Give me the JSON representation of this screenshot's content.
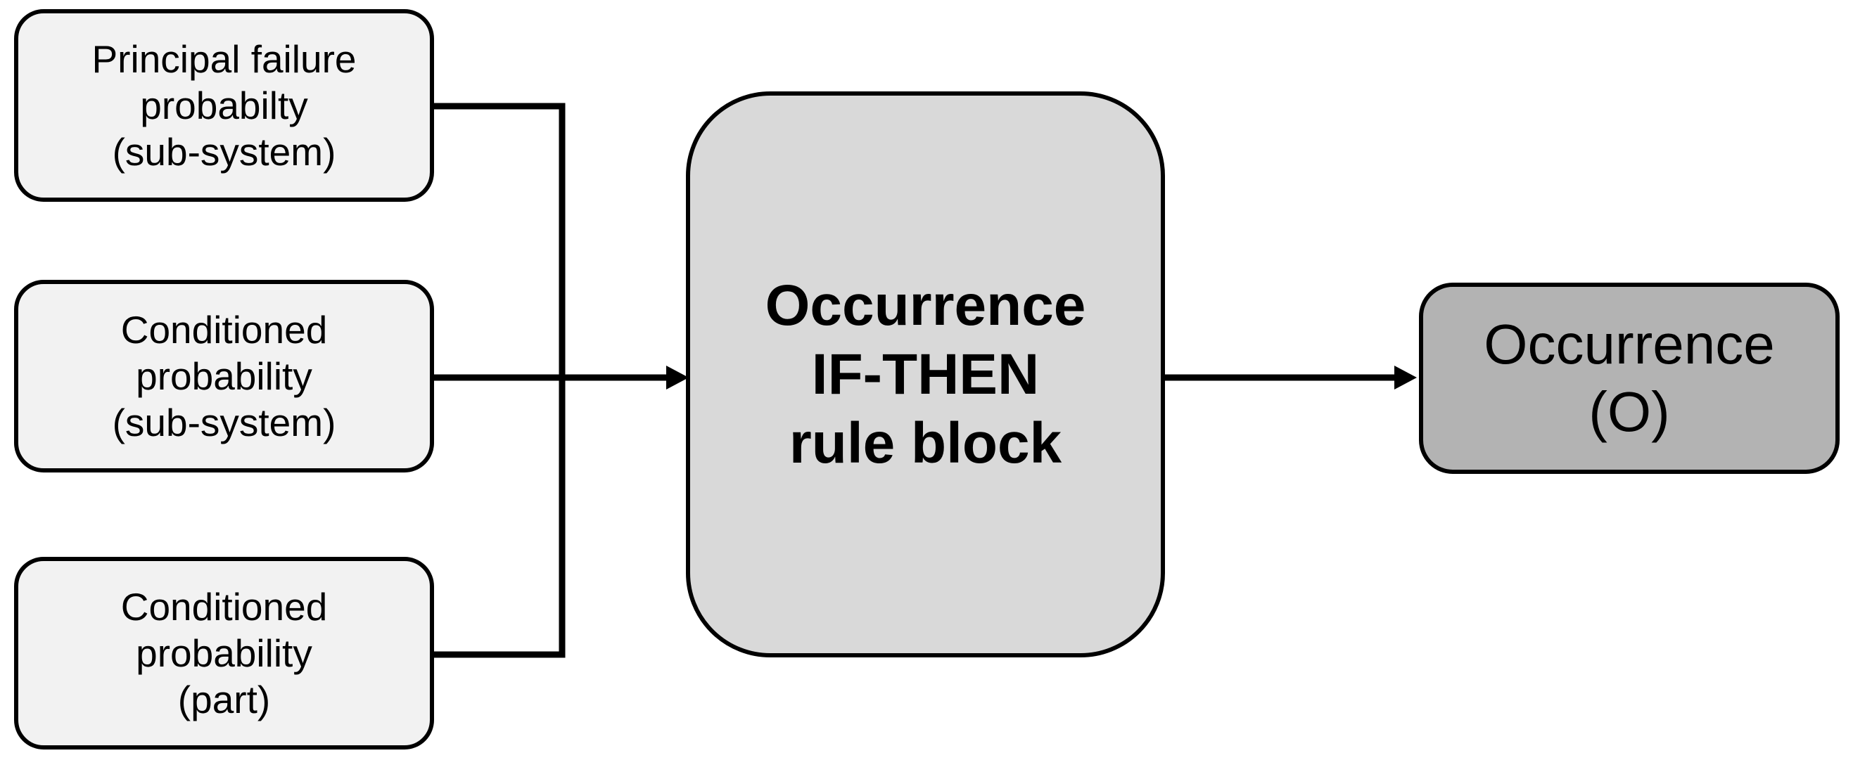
{
  "diagram": {
    "inputs": [
      {
        "name": "principal-failure-probability-sub-system",
        "lines": [
          "Principal failure",
          "probabilty",
          "(sub-system)"
        ]
      },
      {
        "name": "conditioned-probability-sub-system",
        "lines": [
          "Conditioned",
          "probability",
          "(sub-system)"
        ]
      },
      {
        "name": "conditioned-probability-part",
        "lines": [
          "Conditioned",
          "probability",
          "(part)"
        ]
      }
    ],
    "process": {
      "name": "occurrence-if-then-rule-block",
      "lines": [
        "Occurrence",
        "IF-THEN",
        "rule block"
      ]
    },
    "output": {
      "name": "occurrence-output",
      "lines": [
        "Occurrence",
        "(O)"
      ]
    },
    "colors": {
      "background": "#ffffff",
      "input_fill": "#f2f2f2",
      "process_fill": "#d9d9d9",
      "output_fill": "#b3b3b3",
      "stroke": "#000000"
    }
  }
}
